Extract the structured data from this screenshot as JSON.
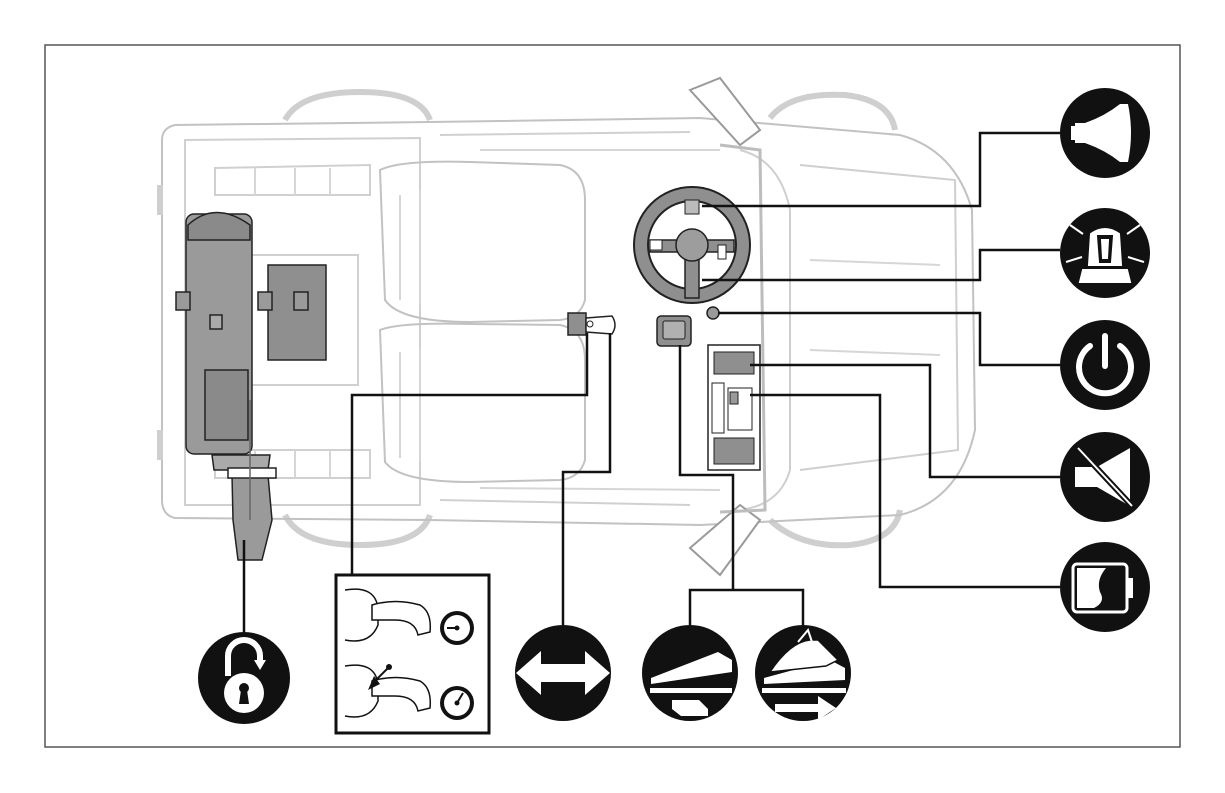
{
  "diagram": {
    "callouts": [
      {
        "id": "horn",
        "icon": "horn-icon"
      },
      {
        "id": "lights",
        "icon": "beacon-light-icon"
      },
      {
        "id": "power",
        "icon": "power-icon"
      },
      {
        "id": "mute",
        "icon": "speaker-mute-icon"
      },
      {
        "id": "battery",
        "icon": "battery-icon"
      },
      {
        "id": "seat-lock",
        "icon": "padlock-icon"
      },
      {
        "id": "speed-lock",
        "icon": "speed-lock-panel-icon"
      },
      {
        "id": "shifter",
        "icon": "forward-reverse-icon"
      },
      {
        "id": "brake",
        "icon": "brake-pedal-icon"
      },
      {
        "id": "accelerator",
        "icon": "accelerator-pedal-icon"
      }
    ],
    "colors": {
      "badge": "#111111",
      "line": "#111111",
      "vehicle_outline": "#bdbdbd",
      "part_fill": "#9a9a9a",
      "frame": "#555555"
    }
  }
}
